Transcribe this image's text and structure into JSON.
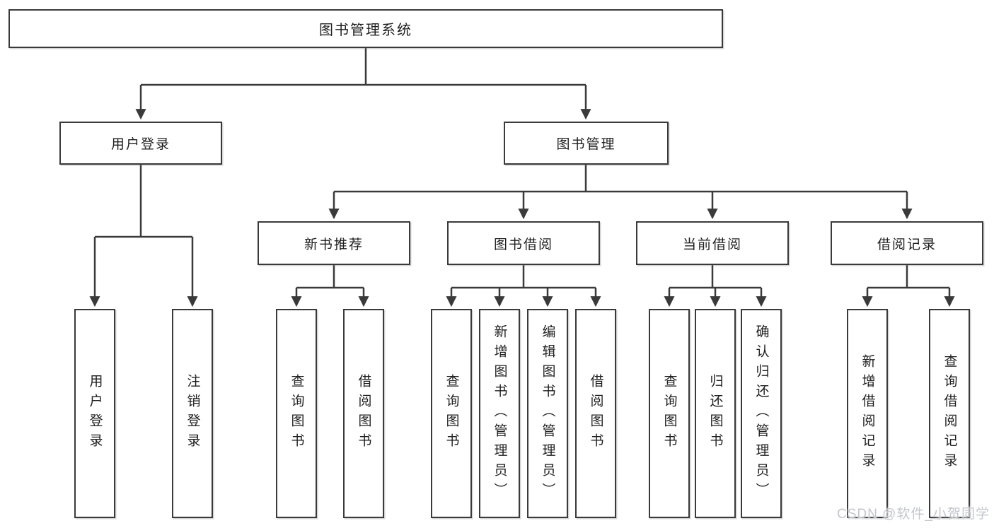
{
  "diagram": {
    "root": {
      "label": "图书管理系统"
    },
    "level2": [
      {
        "label": "用户登录",
        "children": [
          {
            "label": "用户登录"
          },
          {
            "label": "注销登录"
          }
        ]
      },
      {
        "label": "图书管理",
        "children": [
          {
            "label": "新书推荐",
            "children": [
              {
                "label": "查询图书"
              },
              {
                "label": "借阅图书"
              }
            ]
          },
          {
            "label": "图书借阅",
            "children": [
              {
                "label": "查询图书"
              },
              {
                "label": "新增图书（管理员）"
              },
              {
                "label": "编辑图书（管理员）"
              },
              {
                "label": "借阅图书"
              }
            ]
          },
          {
            "label": "当前借阅",
            "children": [
              {
                "label": "查询图书"
              },
              {
                "label": "归还图书"
              },
              {
                "label": "确认归还（管理员）"
              }
            ]
          },
          {
            "label": "借阅记录",
            "children": [
              {
                "label": "新增借阅记录"
              },
              {
                "label": "查询借阅记录"
              }
            ]
          }
        ]
      }
    ],
    "watermark": "CSDN @软件_小贺同学",
    "colors": {
      "line": "#3a3a3a",
      "text": "#1e1e1e",
      "node_background": "#ffffff",
      "watermark": "#c3c6cc",
      "background": "#ffffff"
    }
  }
}
